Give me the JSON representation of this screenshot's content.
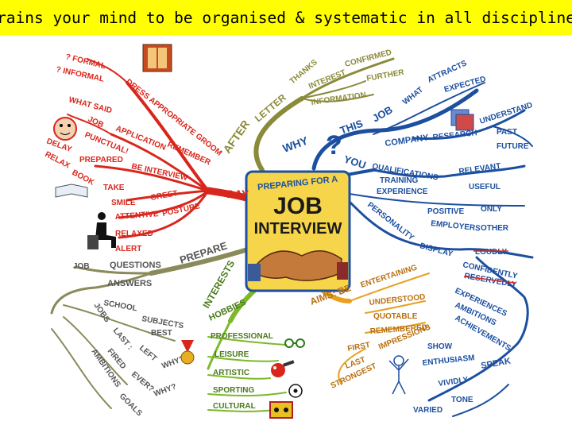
{
  "banner": {
    "text": "Trains your mind to be organised & systematic in all disciplines"
  },
  "center": {
    "line1": "PREPARING FOR A",
    "line2": "JOB",
    "line3": "INTERVIEW"
  },
  "branches": {
    "day": {
      "label": "DAY",
      "sub": {
        "dress": "DRESS APPROPRIATE GROOM",
        "formal": "? FORMAL",
        "informal": "? INFORMAL",
        "remember": "REMEMBER",
        "what_said": "WHAT SAID",
        "job": "JOB",
        "application": "APPLICATION",
        "punctual": "PUNCTUAL!",
        "delay": "DELAY",
        "relax": "RELAX",
        "prepared": "PREPARED",
        "be_interview": "BE INTERVIEW",
        "book": "BOOK",
        "take": "TAKE",
        "smile": "SMILE",
        "greet": "GREET",
        "attentive": "ATTENTIVE",
        "posture": "POSTURE",
        "relaxed": "RELAXED",
        "alert": "ALERT"
      }
    },
    "after": {
      "label": "AFTER",
      "letter": "LETTER",
      "thanks": "THANKS",
      "confirmed": "CONFIRMED",
      "interest": "INTEREST",
      "information": "INFORMATION",
      "further": "FURTHER"
    },
    "why": {
      "label": "WHY",
      "this": "THIS",
      "job": "JOB",
      "what": "WHAT",
      "attracts": "ATTRACTS",
      "expected": "EXPECTED",
      "company": "COMPANY",
      "research": "RESEARCH",
      "understand": "UNDERSTAND",
      "past": "PAST",
      "future": "FUTURE"
    },
    "you": {
      "label": "YOU",
      "qualifications": "QUALIFICATIONS",
      "training": "TRAINING",
      "experience": "EXPERIENCE",
      "relevant": "RELEVANT",
      "useful": "USEFUL",
      "personality": "PERSONALITY",
      "display": "DISPLAY",
      "positive": "POSITIVE",
      "only": "ONLY",
      "employers": "EMPLOYERS",
      "other": "OTHER",
      "loudly": "LOUDLY",
      "confidently": "CONFIDENTLY",
      "reservedly": "RESERVEDLY",
      "experiences": "EXPERIENCES",
      "ambitions": "AMBITIONS",
      "achievements": "ACHIEVEMENTS"
    },
    "prepare": {
      "label": "PREPARE",
      "questions": "QUESTIONS",
      "job": "JOB",
      "answers": "ANSWERS",
      "school": "SCHOOL",
      "subjects": "SUBJECTS",
      "best": "BEST",
      "jobs": "JOBS",
      "last": "LAST :",
      "left": "LEFT",
      "why1": "WHY?",
      "fired": "FIRED",
      "ever": "EVER?",
      "why2": "WHY?",
      "ambitions": "AMBITIONS",
      "goals": "GOALS"
    },
    "interests": {
      "label": "INTERESTS",
      "hobbies": "HOBBIES",
      "professional": "PROFESSIONAL",
      "leisure": "LEISURE",
      "artistic": "ARTISTIC",
      "sporting": "SPORTING",
      "cultural": "CULTURAL"
    },
    "aims": {
      "label": "AIMS: BE",
      "entertaining": "ENTERTAINING",
      "understood": "UNDERSTOOD",
      "quotable": "QUOTABLE",
      "remembered": "REMEMBERED:",
      "impressions": "IMPRESSIONS",
      "first": "FIRST",
      "last": "LAST",
      "strongest": "STRONGEST",
      "show": "SHOW",
      "enthusiasm": "ENTHUSIASM",
      "speak": "SPEAK",
      "vividly": "VIVIDLY",
      "tone": "TONE",
      "varied": "VARIED"
    }
  },
  "colors": {
    "day": "#d9261c",
    "after": "#8a8a3a",
    "why": "#1c4fa0",
    "you": "#1c4fa0",
    "prepare": "#8a8a5a",
    "interests": "#7cb82a",
    "aims": "#e8a020",
    "banner": "#ffff00",
    "center_bg": "#f6d54a"
  },
  "icons": [
    "doors-icon",
    "face-icon",
    "book-icon",
    "seated-person-icon",
    "handshake-icon",
    "documents-icon",
    "medal-icon",
    "glasses-icon",
    "paint-icon",
    "football-icon",
    "theatre-icon",
    "waving-figure-icon"
  ]
}
